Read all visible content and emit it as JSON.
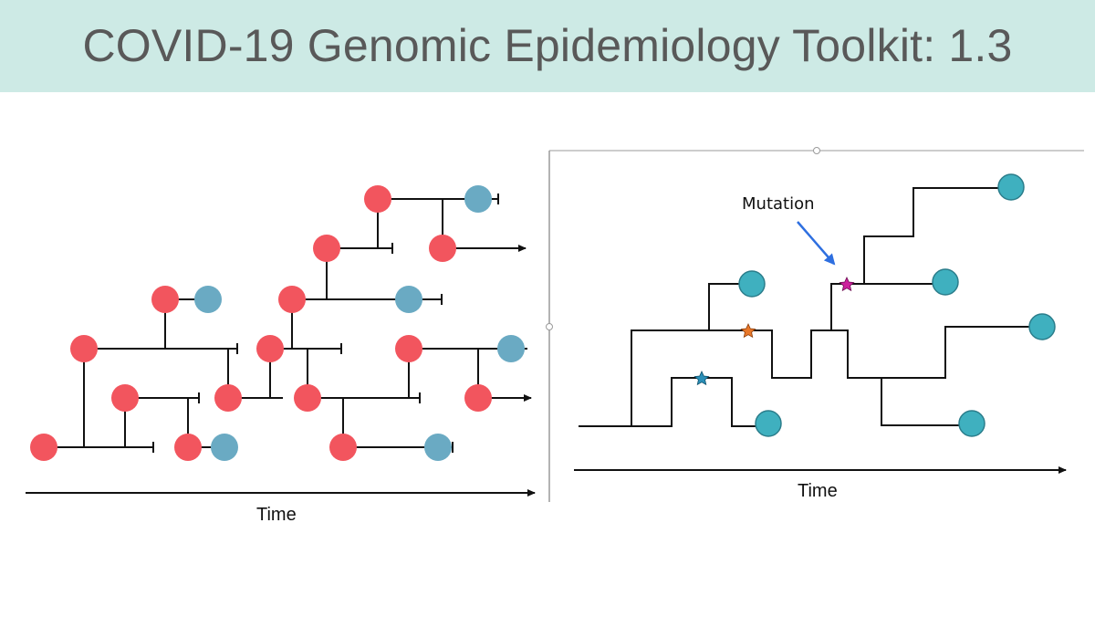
{
  "header": {
    "title": "COVID-19 Genomic Epidemiology Toolkit: 1.3"
  },
  "left_panel": {
    "axis_label": "Time"
  },
  "right_panel": {
    "axis_label": "Time",
    "annotation": "Mutation",
    "mutation_colors": [
      "#e8782a",
      "#2a8fb8",
      "#cc1f9c"
    ]
  },
  "colors": {
    "header_bg": "#cdeae5",
    "infected_node": "#f2555e",
    "sampled_node": "#6aaac3",
    "tip_node": "#3fb0bf",
    "arrow": "#2e6fe0"
  }
}
